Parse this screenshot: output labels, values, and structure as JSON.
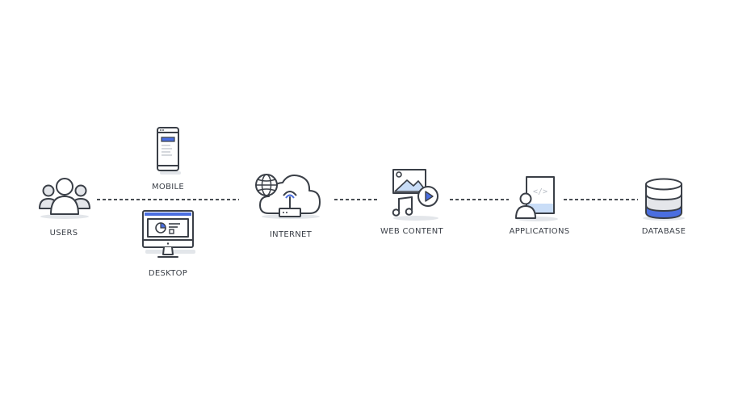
{
  "nodes": {
    "users": "USERS",
    "mobile": "MOBILE",
    "desktop": "DESKTOP",
    "internet": "INTERNET",
    "web_content": "WEB CONTENT",
    "applications": "APPLICATIONS",
    "database": "DATABASE"
  },
  "colors": {
    "ink": "#3a3f47",
    "accent_blue": "#4a6ee0",
    "light_blue": "#c9ddf7",
    "gray_fill": "#e4e6ea",
    "shadow": "#dfe2e6"
  },
  "icons": {
    "users": "users-group-icon",
    "mobile": "smartphone-icon",
    "desktop": "desktop-monitor-icon",
    "internet": "cloud-router-globe-icon",
    "web_content": "media-image-music-play-icon",
    "applications": "code-document-user-icon",
    "database": "database-cylinder-icon"
  }
}
